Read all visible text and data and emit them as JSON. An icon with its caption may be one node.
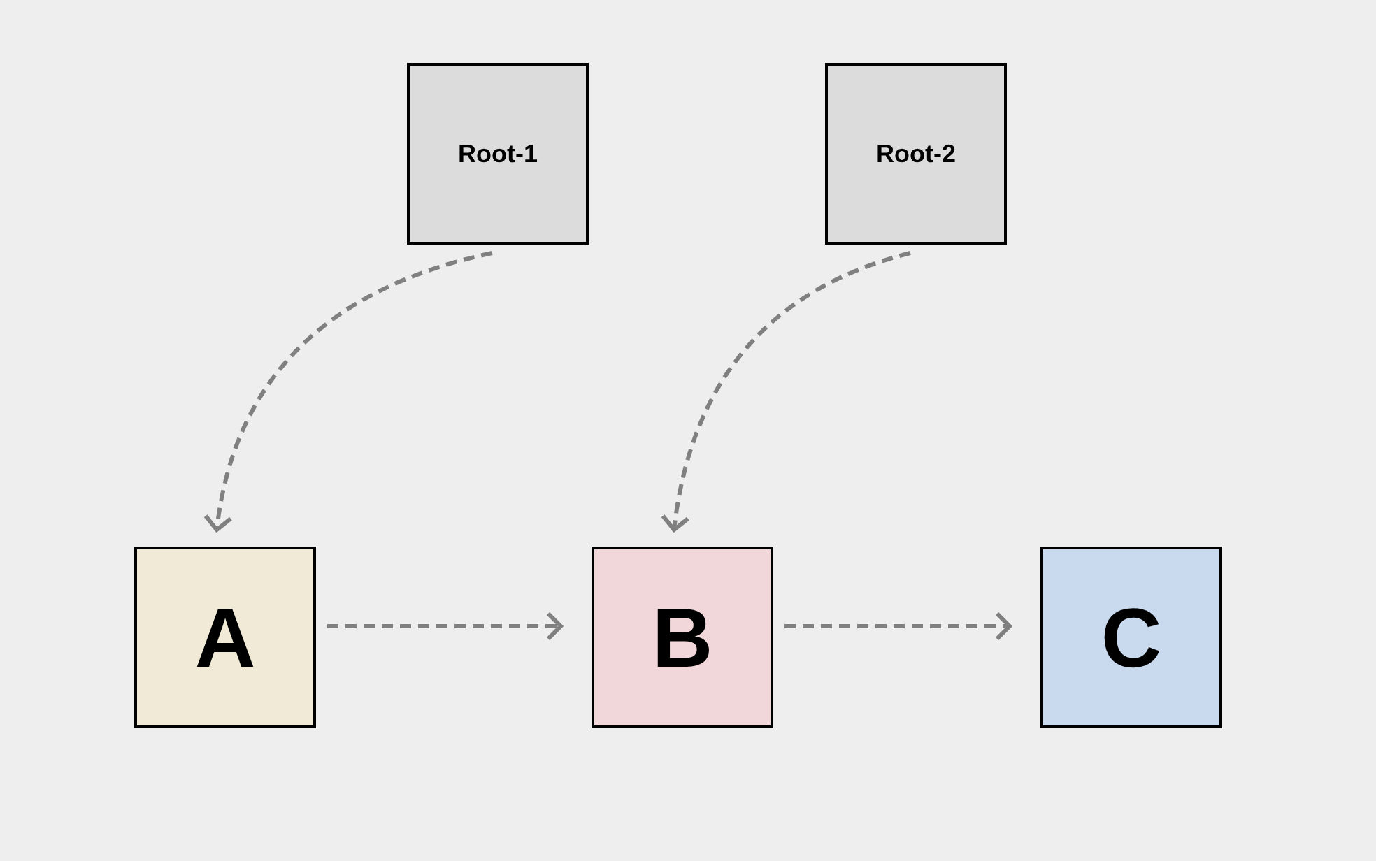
{
  "diagram": {
    "nodes": [
      {
        "text": [
          "Root-1"
        ]
      },
      {
        "text": [
          "Root-2"
        ]
      },
      {
        "text": [
          "A"
        ]
      },
      {
        "text": [
          "B"
        ]
      },
      {
        "text": [
          "C"
        ]
      }
    ],
    "edges": [
      {
        "from": 0,
        "to": 2,
        "arrow": "to",
        "style": "dashed"
      },
      {
        "from": 1,
        "to": 3,
        "arrow": "to",
        "style": "dashed"
      },
      {
        "from": 2,
        "to": 3,
        "arrow": "to",
        "style": "dashed"
      },
      {
        "from": 3,
        "to": 4,
        "arrow": "to",
        "style": "dashed"
      }
    ]
  }
}
